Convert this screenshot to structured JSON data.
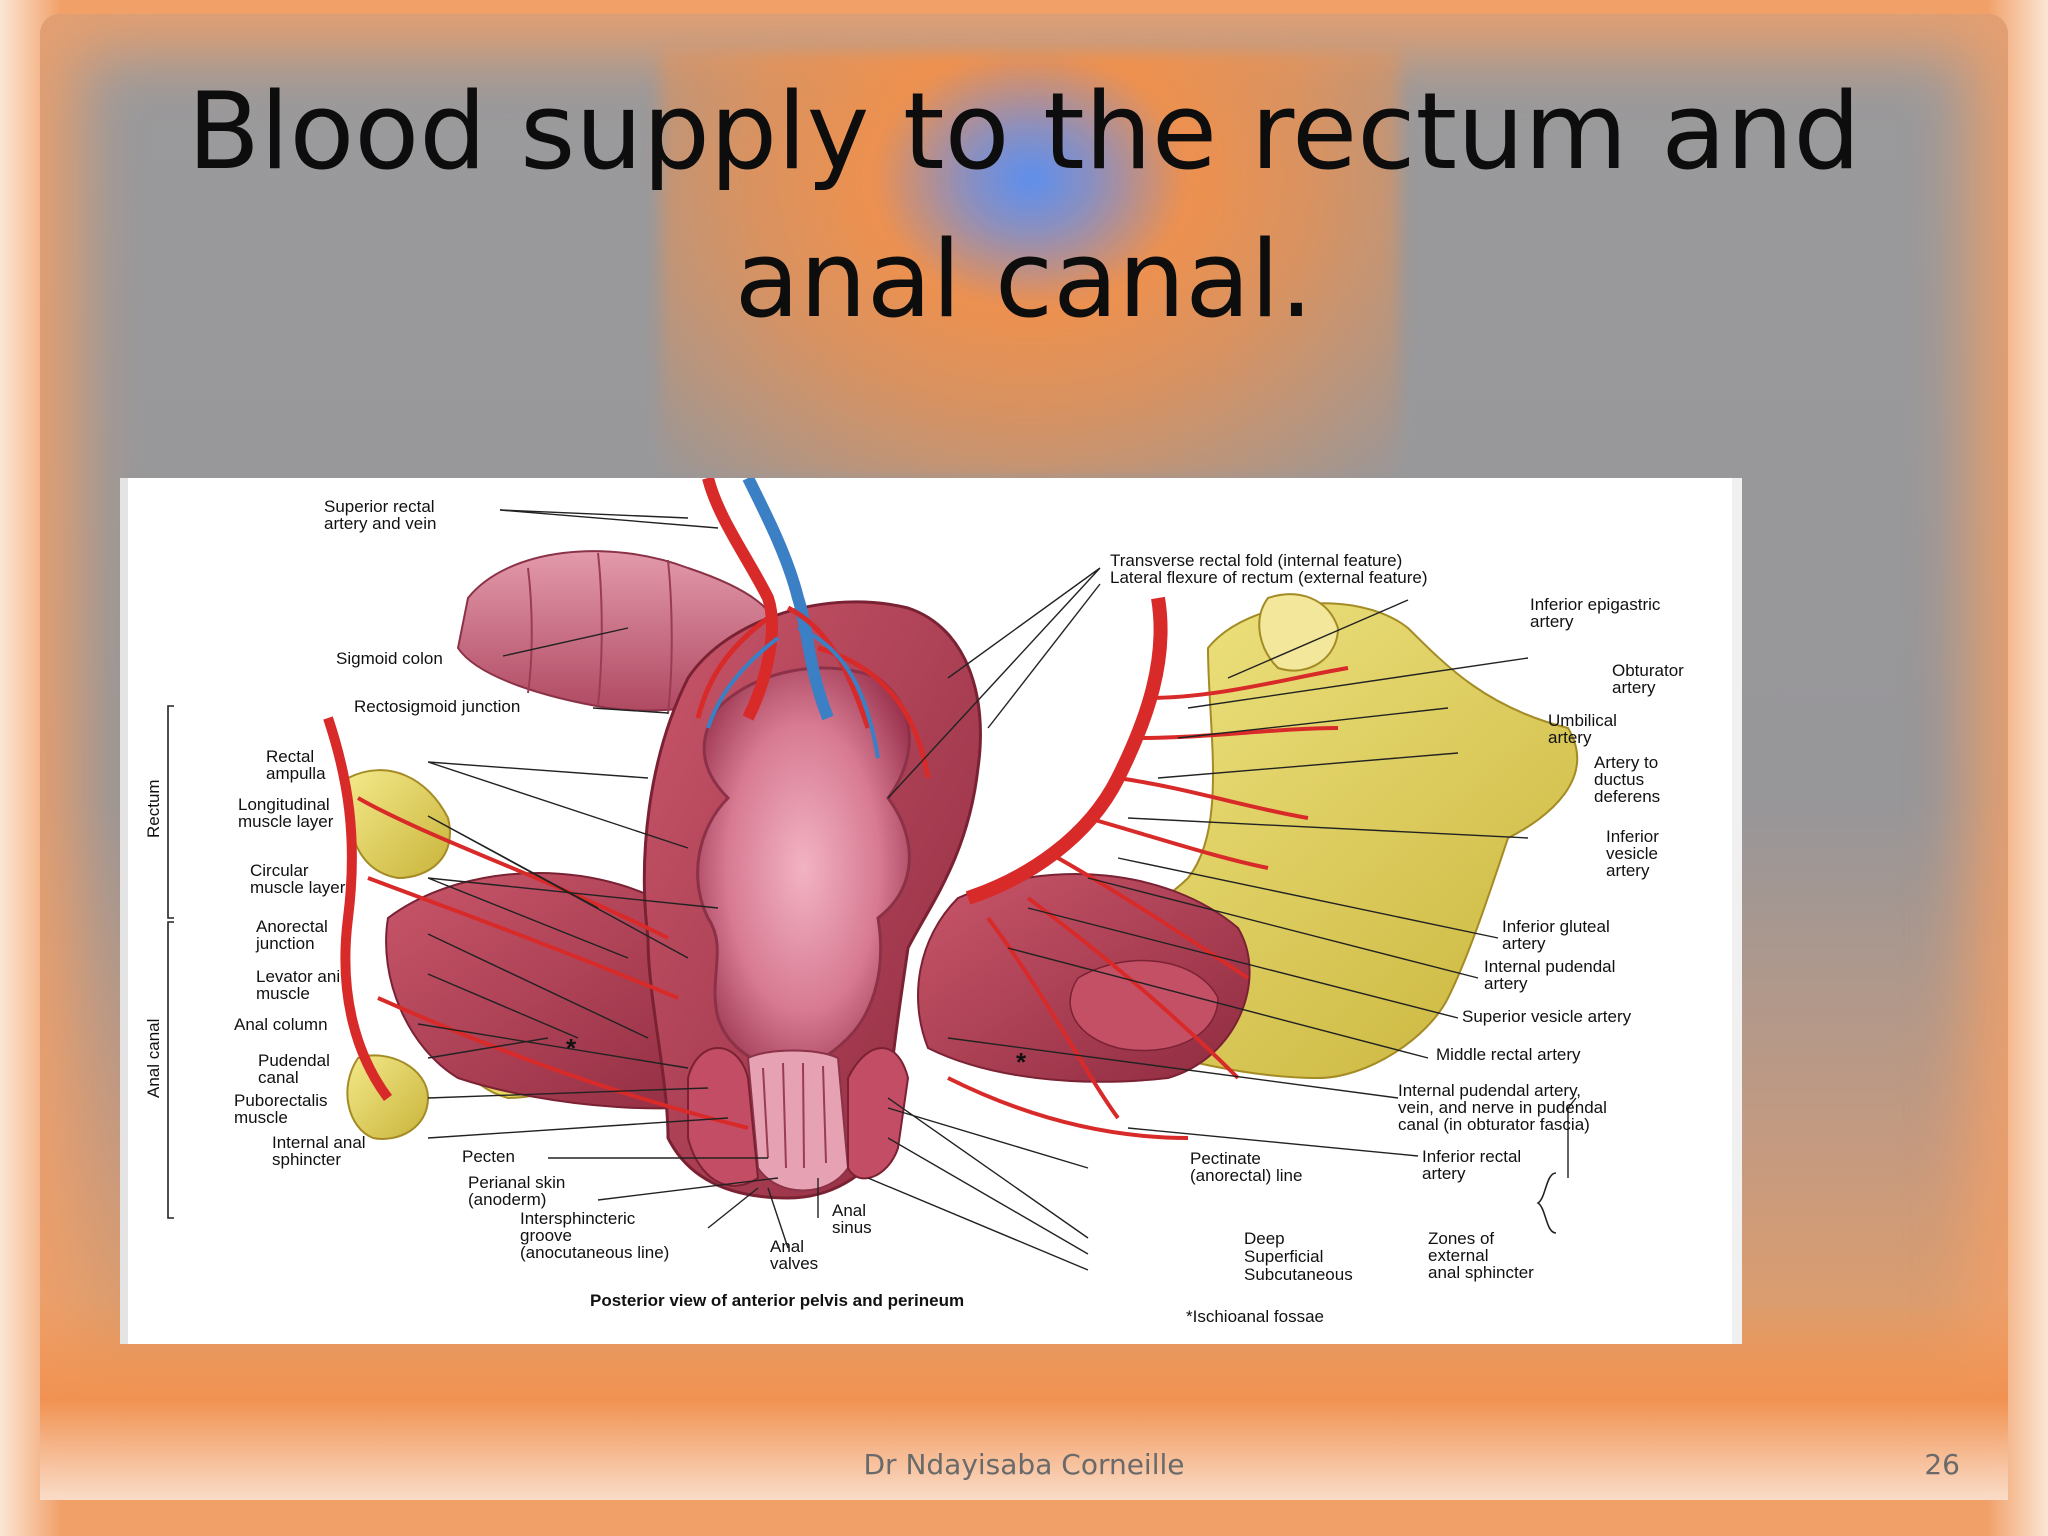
{
  "slide": {
    "title_line1": "Blood supply to the rectum and",
    "title_line2": "anal canal.",
    "footer_author": "Dr Ndayisaba Corneille",
    "page_number": "26"
  },
  "figure": {
    "caption": "Posterior view of anterior pelvis and perineum",
    "footnote": "*Ischioanal fossae",
    "asterisk": "*",
    "region_labels": {
      "rectum": "Rectum",
      "anal_canal": "Anal canal"
    },
    "left_labels": [
      "Superior rectal\nartery and vein",
      "Sigmoid colon",
      "Rectosigmoid junction",
      "Rectal\nampulla",
      "Longitudinal\nmuscle layer",
      "Circular\nmuscle layer",
      "Anorectal\njunction",
      "Levator ani\nmuscle",
      "Anal column",
      "Pudendal\ncanal",
      "Puborectalis\nmuscle",
      "Internal anal\nsphincter"
    ],
    "bottom_labels": [
      "Pecten",
      "Perianal skin\n(anoderm)",
      "Intersphincteric\ngroove\n(anocutaneous line)",
      "Anal\nvalves",
      "Anal\nsinus",
      "Pectinate\n(anorectal) line"
    ],
    "top_labels": [
      "Transverse rectal fold (internal feature)",
      "Lateral flexure of rectum (external feature)"
    ],
    "right_labels": [
      "Inferior epigastric\nartery",
      "Obturator\nartery",
      "Umbilical\nartery",
      "Artery to\nductus\ndeferens",
      "Inferior\nvesicle\nartery",
      "Inferior gluteal\nartery",
      "Internal pudendal\nartery",
      "Superior vesicle artery",
      "Middle rectal artery",
      "Internal pudendal artery,\nvein, and nerve in pudendal\ncanal (in obturator fascia)",
      "Inferior rectal\nartery"
    ],
    "sphincter_zones": [
      "Deep",
      "Superficial",
      "Subcutaneous"
    ],
    "sphincter_group_label": "Zones of\nexternal\nanal sphincter",
    "colors": {
      "artery": "#d92a2a",
      "vein": "#3b7fc4",
      "muscle": "#b8455a",
      "mucosa": "#d98aa0",
      "bone": "#e3d35a"
    }
  }
}
